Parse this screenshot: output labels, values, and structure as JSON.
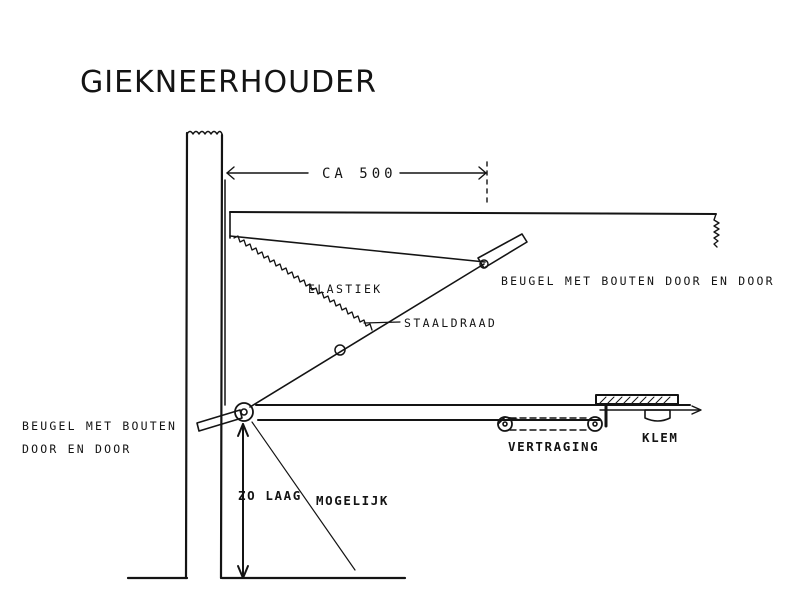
{
  "title": "GIEKNEERHOUDER",
  "labels": {
    "distance": "CA 500",
    "bracket_right": "BEUGEL MET BOUTEN DOOR EN DOOR",
    "elastic": "ELASTIEK",
    "steel_wire": "STAALDRAAD",
    "bracket_left_line1": "BEUGEL MET BOUTEN",
    "bracket_left_line2": "DOOR EN DOOR",
    "delay": "VERTRAGING",
    "clamp": "KLEM",
    "as_low_line1": "ZO LAAG",
    "as_low_line2": "MOGELIJK"
  },
  "colors": {
    "ink": "#141414",
    "paper": "#ffffff"
  }
}
